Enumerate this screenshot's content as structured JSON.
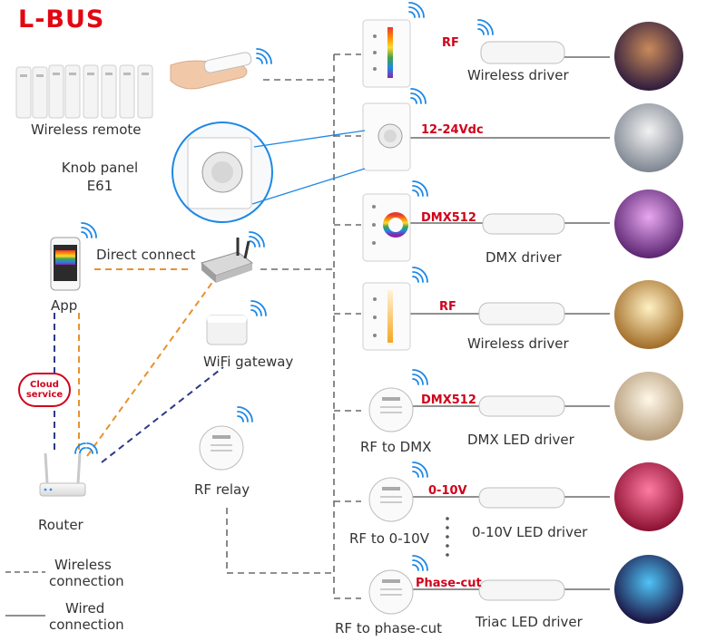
{
  "brand": "L-BUS",
  "colors": {
    "brand_red": "#e30613",
    "label_red": "#d0021b",
    "wireless_orange": "#e8912d",
    "wireless_navy": "#2b3a8a",
    "wired_gray": "#6b6b6b"
  },
  "sources": {
    "remote": "Wireless remote",
    "knob_line1": "Knob panel",
    "knob_line2": "E61",
    "app": "App",
    "direct_connect": "Direct connect",
    "wifi_gateway": "WiFi gateway",
    "cloud_line1": "Cloud",
    "cloud_line2": "service",
    "rf_relay": "RF relay",
    "router": "Router"
  },
  "rows": [
    {
      "signal": "RF",
      "driver": "Wireless driver"
    },
    {
      "signal": "12-24Vdc",
      "driver": ""
    },
    {
      "signal": "DMX512",
      "driver": "DMX driver"
    },
    {
      "signal": "RF",
      "driver": "Wireless driver"
    },
    {
      "signal": "DMX512",
      "driver": "DMX LED driver",
      "converter": "RF to DMX"
    },
    {
      "signal": "0-10V",
      "driver": "0-10V LED driver",
      "converter": "RF to 0-10V"
    },
    {
      "signal": "Phase-cut",
      "driver": "Triac LED driver",
      "converter": "RF to phase-cut"
    }
  ],
  "legend": {
    "wireless_line1": "Wireless",
    "wireless_line2": "connection",
    "wired_line1": "Wired",
    "wired_line2": "connection"
  }
}
